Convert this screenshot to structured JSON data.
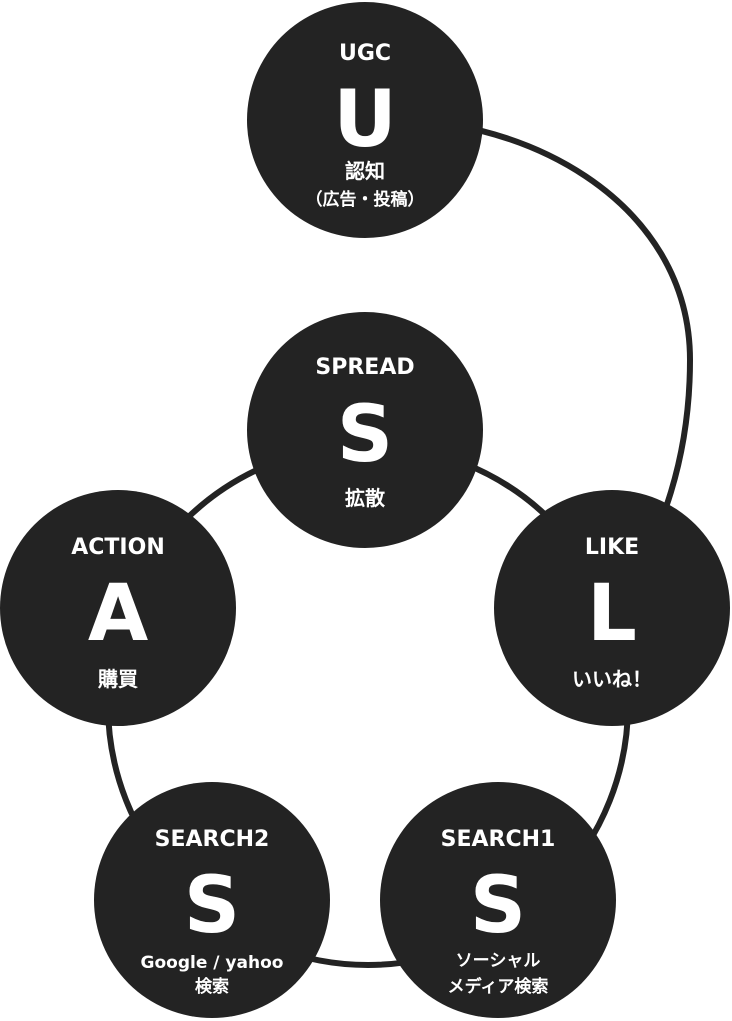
{
  "nodes": {
    "ugc": {
      "label": "UGC",
      "letter": "U",
      "desc1": "認知",
      "desc2": "（広告・投稿）"
    },
    "spread": {
      "label": "SPREAD",
      "letter": "S",
      "desc1": "拡散"
    },
    "action": {
      "label": "ACTION",
      "letter": "A",
      "desc1": "購買"
    },
    "like": {
      "label": "LIKE",
      "letter": "L",
      "desc1": "いいね！"
    },
    "search2": {
      "label": "SEARCH2",
      "letter": "S",
      "desc1": "Google / yahoo",
      "desc2": "検索"
    },
    "search1": {
      "label": "SEARCH1",
      "letter": "S",
      "desc1": "ソーシャル",
      "desc2": "メディア検索"
    }
  },
  "colors": {
    "node_fill": "#232323",
    "text": "#ffffff",
    "background": "#ffffff"
  }
}
